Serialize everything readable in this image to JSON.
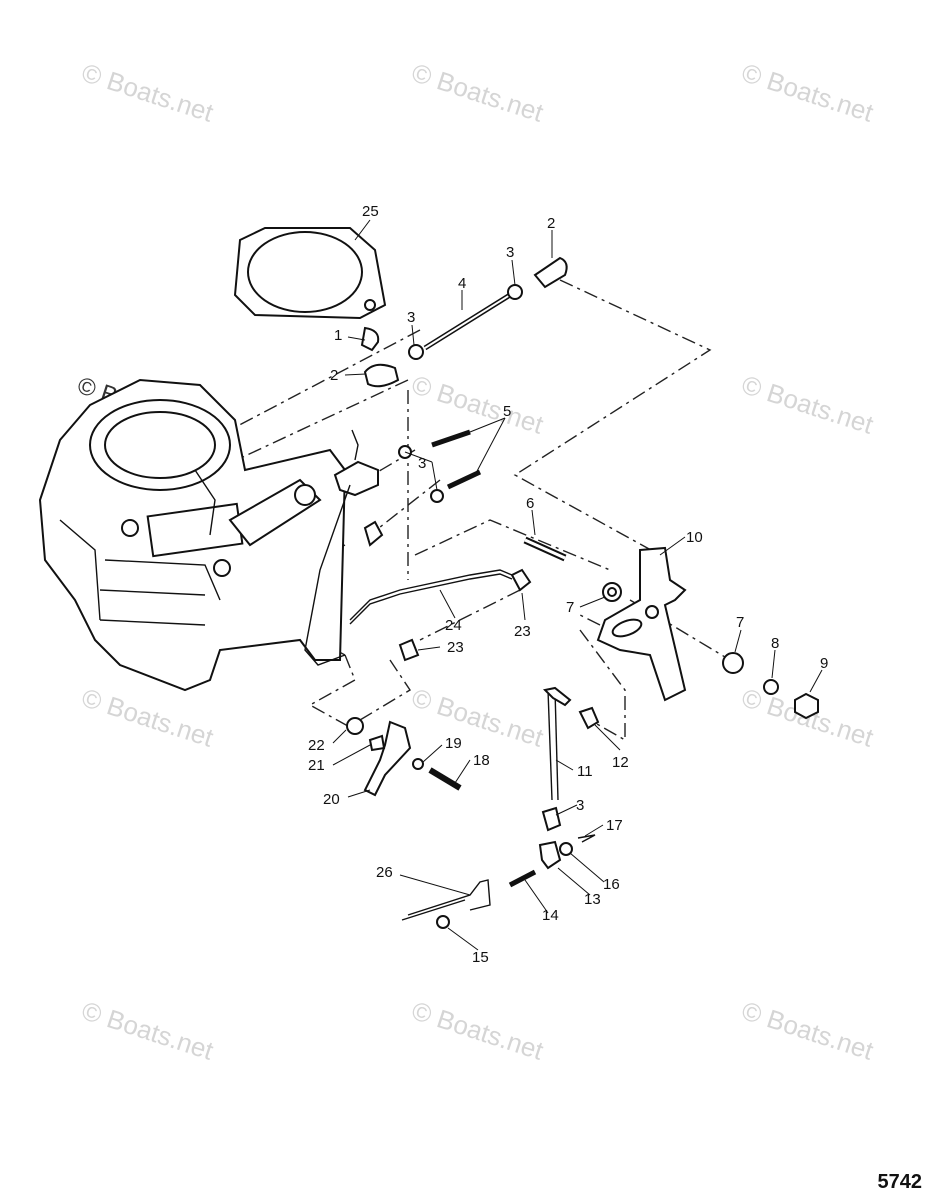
{
  "watermark": "© Boats.net",
  "figure_number": "5742",
  "callouts": [
    {
      "id": "c25",
      "text": "25"
    },
    {
      "id": "c2a",
      "text": "2"
    },
    {
      "id": "c3a",
      "text": "3"
    },
    {
      "id": "c4",
      "text": "4"
    },
    {
      "id": "c3b",
      "text": "3"
    },
    {
      "id": "c1",
      "text": "1"
    },
    {
      "id": "c2b",
      "text": "2"
    },
    {
      "id": "c5",
      "text": "5"
    },
    {
      "id": "c3c",
      "text": "3"
    },
    {
      "id": "c6",
      "text": "6"
    },
    {
      "id": "c10",
      "text": "10"
    },
    {
      "id": "c7a",
      "text": "7"
    },
    {
      "id": "c23a",
      "text": "23"
    },
    {
      "id": "c24",
      "text": "24"
    },
    {
      "id": "c23b",
      "text": "23"
    },
    {
      "id": "c7b",
      "text": "7"
    },
    {
      "id": "c8",
      "text": "8"
    },
    {
      "id": "c9",
      "text": "9"
    },
    {
      "id": "c12",
      "text": "12"
    },
    {
      "id": "c22",
      "text": "22"
    },
    {
      "id": "c19",
      "text": "19"
    },
    {
      "id": "c21",
      "text": "21"
    },
    {
      "id": "c18",
      "text": "18"
    },
    {
      "id": "c20",
      "text": "20"
    },
    {
      "id": "c11",
      "text": "11"
    },
    {
      "id": "c3d",
      "text": "3"
    },
    {
      "id": "c17",
      "text": "17"
    },
    {
      "id": "c26",
      "text": "26"
    },
    {
      "id": "c16",
      "text": "16"
    },
    {
      "id": "c13",
      "text": "13"
    },
    {
      "id": "c14",
      "text": "14"
    },
    {
      "id": "c15",
      "text": "15"
    }
  ]
}
